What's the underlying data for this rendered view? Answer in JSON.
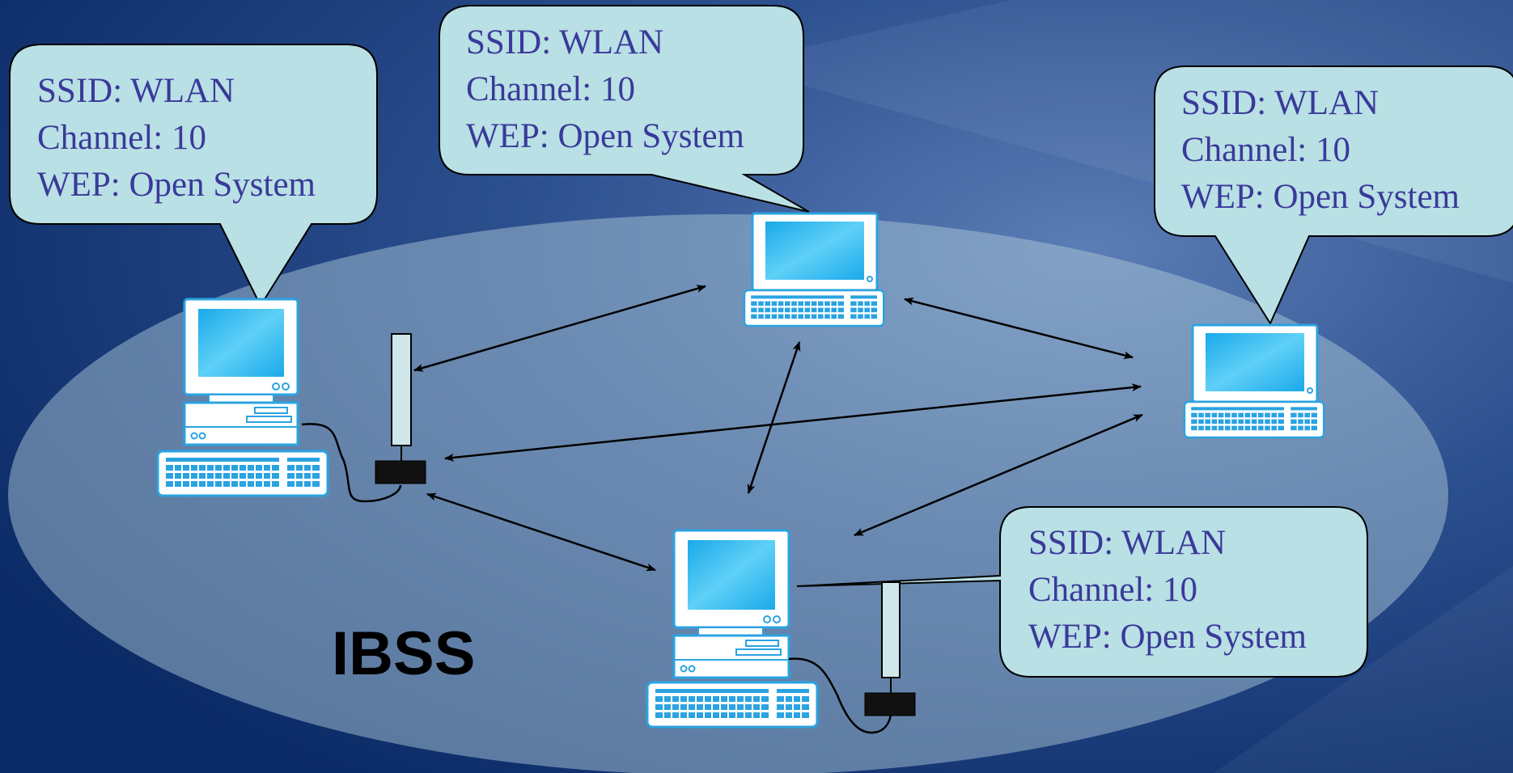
{
  "colors": {
    "background_dark": "#0c2f6e",
    "background_light": "#4a6da8",
    "ellipse_fill": "#a9c6d6",
    "callout_fill": "#b9e0e4",
    "callout_text": "#3a3a9a",
    "screen": "#29b6ee"
  },
  "network_label": "IBSS",
  "stations": [
    {
      "name": "desktop-left",
      "type": "desktop",
      "antenna": true,
      "config": {
        "ssid": "SSID: WLAN",
        "channel": "Channel: 10",
        "wep": "WEP: Open System"
      }
    },
    {
      "name": "laptop-top",
      "type": "laptop",
      "antenna": false,
      "config": {
        "ssid": "SSID: WLAN",
        "channel": "Channel: 10",
        "wep": "WEP: Open System"
      }
    },
    {
      "name": "laptop-right",
      "type": "laptop",
      "antenna": false,
      "config": {
        "ssid": "SSID: WLAN",
        "channel": "Channel: 10",
        "wep": "WEP: Open System"
      }
    },
    {
      "name": "desktop-bottom",
      "type": "desktop",
      "antenna": true,
      "config": {
        "ssid": "SSID: WLAN",
        "channel": "Channel: 10",
        "wep": "WEP: Open System"
      }
    }
  ],
  "links": [
    [
      "desktop-left",
      "laptop-top"
    ],
    [
      "desktop-left",
      "laptop-right"
    ],
    [
      "desktop-left",
      "desktop-bottom"
    ],
    [
      "laptop-top",
      "laptop-right"
    ],
    [
      "laptop-top",
      "desktop-bottom"
    ],
    [
      "desktop-bottom",
      "laptop-right"
    ]
  ]
}
